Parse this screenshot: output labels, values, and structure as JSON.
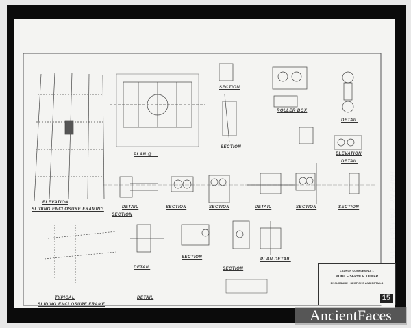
{
  "drawing": {
    "labels": {
      "elevation": "ELEVATION",
      "elevation_sub": "SLIDING ENCLOSURE FRAMING",
      "section_left": "SECTION",
      "typical": "TYPICAL",
      "typical_sub": "SLIDING ENCLOSURE FRAME",
      "plan": "PLAN @ ...",
      "details": [
        "DETAIL",
        "SECTION",
        "SECTION",
        "DETAIL",
        "SECTION",
        "SECTION"
      ],
      "lower_details": [
        "DETAIL",
        "SECTION",
        "SECTION",
        "PLAN DETAIL",
        "DETAIL"
      ],
      "upper_sections": [
        "SECTION",
        "SECTION",
        "ROLLER BOX",
        "DETAIL",
        "ELEVATION",
        "DETAIL"
      ]
    },
    "title_block": {
      "project": "LAUNCH COMPLEX NO. 1",
      "structure": "MOBILE SERVICE TOWER",
      "sheet_title": "ENCLOSURE - SECTIONS AND DETAILS",
      "sheet_number": "15"
    }
  },
  "haer_number": "HAER No. CA-133-1-B-15",
  "watermark": "AncientFaces"
}
